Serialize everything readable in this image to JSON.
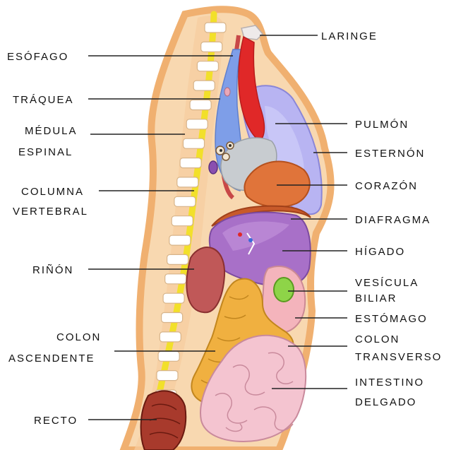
{
  "labels": {
    "laringe": "LARINGE",
    "esofago": "ESÓFAGO",
    "traquea": "TRÁQUEA",
    "pulmon": "PULMÓN",
    "medula_1": "MÉDULA",
    "medula_2": "ESPINAL",
    "esternon": "ESTERNÓN",
    "columna_1": "COLUMNA",
    "columna_2": "VERTEBRAL",
    "corazon": "CORAZÓN",
    "diafragma": "DIAFRAGMA",
    "higado": "HÍGADO",
    "rinon": "RIÑÓN",
    "vesicula_1": "VESÍCULA",
    "vesicula_2": "BILIAR",
    "estomago": "ESTÓMAGO",
    "colon_asc_1": "COLON",
    "colon_asc_2": "ASCENDENTE",
    "colon_tr_1": "COLON",
    "colon_tr_2": "TRANSVERSO",
    "intestino_1": "INTESTINO",
    "intestino_2": "DELGADO",
    "recto": "RECTO"
  },
  "colors": {
    "body_outline": "#f0b070",
    "body_fill": "#f8d8b0",
    "spine_cord": "#f2e02a",
    "vertebra": "#ffffff",
    "lung": "#b8b4f2",
    "heart": "#e0743a",
    "trachea": "#7e9ee8",
    "esophagus_artery": "#e02828",
    "liver": "#a870c8",
    "kidney": "#c05858",
    "gallbladder": "#8ed448",
    "stomach": "#f4b4bc",
    "colon": "#f0b040",
    "small_intestine": "#f4c4d0",
    "rectum": "#a83a2c",
    "leader_line": "#222222"
  }
}
